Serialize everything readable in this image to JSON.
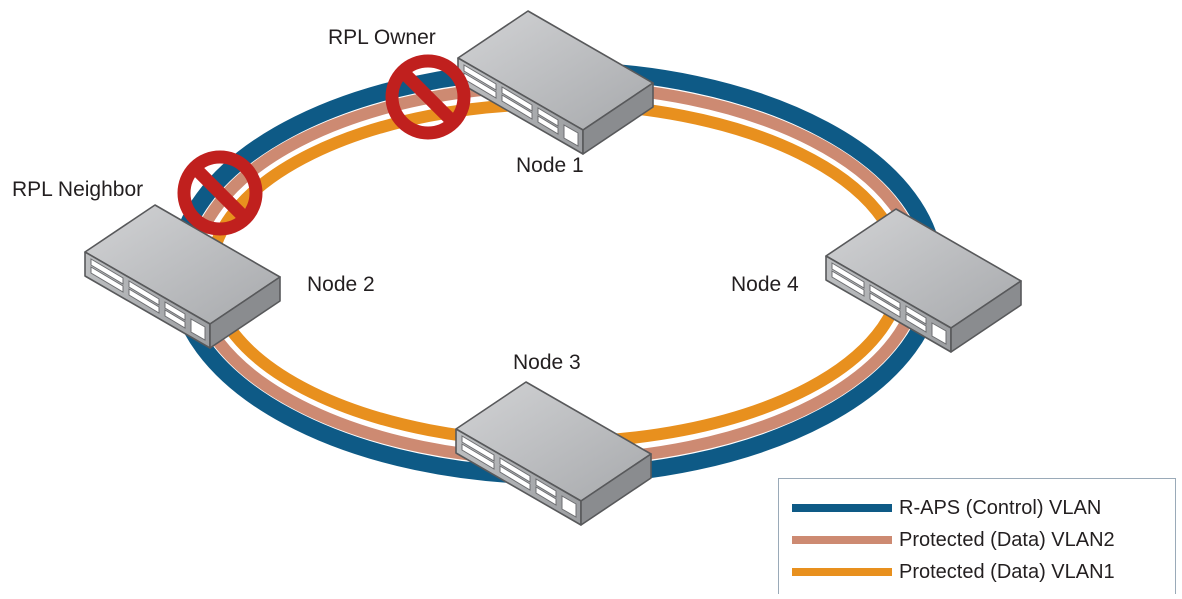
{
  "labels": {
    "rpl_owner": "RPL Owner",
    "rpl_neighbor": "RPL Neighbor",
    "node1": "Node 1",
    "node2": "Node 2",
    "node3": "Node 3",
    "node4": "Node 4"
  },
  "legend": [
    {
      "label": "R-APS (Control) VLAN",
      "color": "#0e5a86"
    },
    {
      "label": "Protected (Data) VLAN2",
      "color": "#cd8a72"
    },
    {
      "label": "Protected (Data) VLAN1",
      "color": "#e8901e"
    }
  ],
  "colors": {
    "control_ring": "#0e5a86",
    "vlan2_ring": "#cd8a72",
    "vlan1_ring": "#e8901e",
    "block_sign": "#c0201e",
    "switch_body": "#b4b6b9"
  },
  "icons": [
    "switch-icon",
    "blocked-port-icon"
  ]
}
